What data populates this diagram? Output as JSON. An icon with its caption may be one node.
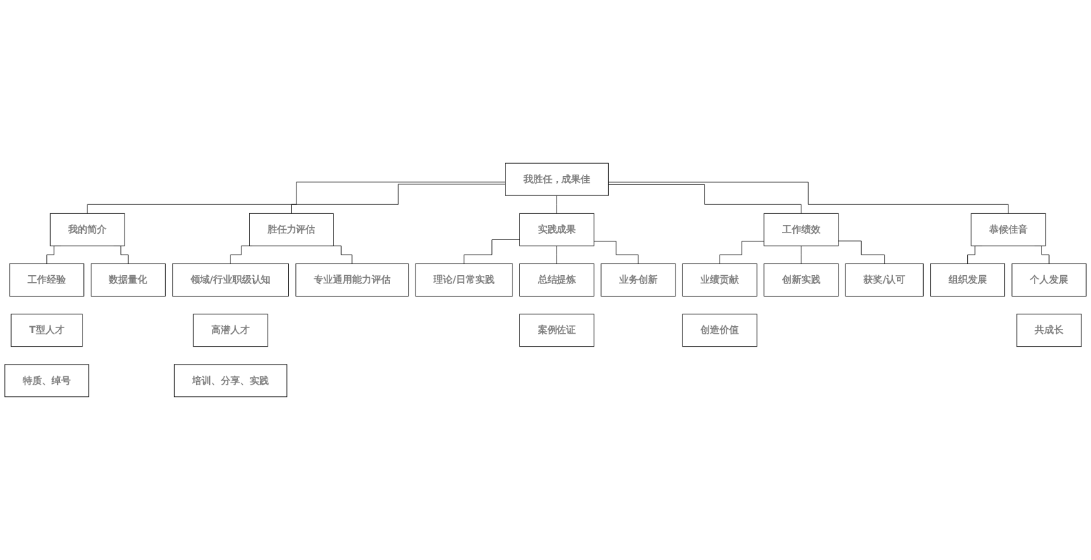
{
  "diagram": {
    "nodes": [
      {
        "text": [
          "我胜任，成果佳"
        ]
      },
      {
        "text": [
          "我的简介"
        ]
      },
      {
        "text": [
          "胜任力评估"
        ]
      },
      {
        "text": [
          "实践成果"
        ]
      },
      {
        "text": [
          "工作绩效"
        ]
      },
      {
        "text": [
          "恭候佳音"
        ]
      },
      {
        "text": [
          "工作经验"
        ]
      },
      {
        "text": [
          "数据量化"
        ]
      },
      {
        "text": [
          "领域/行业职级认知"
        ]
      },
      {
        "text": [
          "专业通用能力评估"
        ]
      },
      {
        "text": [
          "理论/日常实践"
        ]
      },
      {
        "text": [
          "总结提炼"
        ]
      },
      {
        "text": [
          "业务创新"
        ]
      },
      {
        "text": [
          "业绩贡献"
        ]
      },
      {
        "text": [
          "创新实践"
        ]
      },
      {
        "text": [
          "获奖/认可"
        ]
      },
      {
        "text": [
          "组织发展"
        ]
      },
      {
        "text": [
          "个人发展"
        ]
      },
      {
        "text": [
          "T型人才"
        ]
      },
      {
        "text": [
          "特质、绰号"
        ]
      },
      {
        "text": [
          "高潜人才"
        ]
      },
      {
        "text": [
          "培训、分享、实践"
        ]
      },
      {
        "text": [
          "案例佐证"
        ]
      },
      {
        "text": [
          "创造价值"
        ]
      },
      {
        "text": [
          "共成长"
        ]
      }
    ],
    "edges": [
      {
        "from": 0,
        "to": 1,
        "arrow": "none"
      },
      {
        "from": 0,
        "to": 2,
        "arrow": "none"
      },
      {
        "from": 0,
        "to": 3,
        "arrow": "none"
      },
      {
        "from": 0,
        "to": 4,
        "arrow": "none"
      },
      {
        "from": 0,
        "to": 5,
        "arrow": "none"
      },
      {
        "from": 1,
        "to": 6,
        "arrow": "none"
      },
      {
        "from": 1,
        "to": 7,
        "arrow": "none"
      },
      {
        "from": 2,
        "to": 8,
        "arrow": "none"
      },
      {
        "from": 2,
        "to": 9,
        "arrow": "none"
      },
      {
        "from": 3,
        "to": 10,
        "arrow": "none"
      },
      {
        "from": 3,
        "to": 11,
        "arrow": "none"
      },
      {
        "from": 3,
        "to": 12,
        "arrow": "none"
      },
      {
        "from": 4,
        "to": 13,
        "arrow": "none"
      },
      {
        "from": 4,
        "to": 14,
        "arrow": "none"
      },
      {
        "from": 4,
        "to": 15,
        "arrow": "none"
      },
      {
        "from": 5,
        "to": 16,
        "arrow": "none"
      },
      {
        "from": 5,
        "to": 17,
        "arrow": "none"
      }
    ]
  }
}
